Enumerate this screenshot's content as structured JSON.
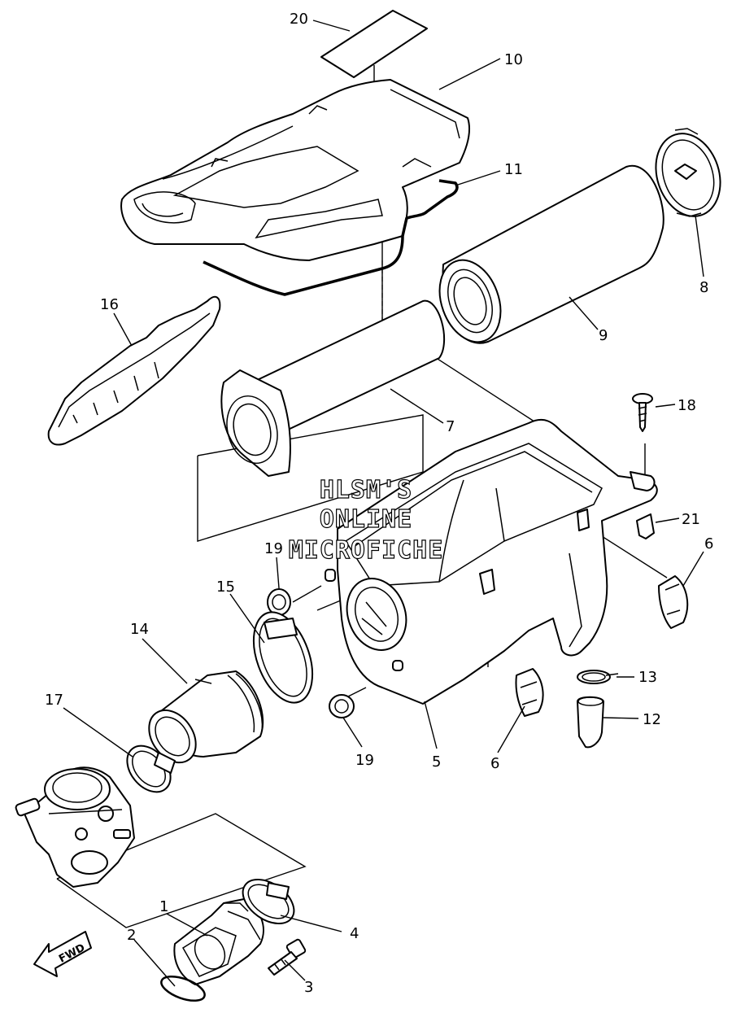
{
  "watermark": {
    "line1": "HLSM'S",
    "line2": "ONLINE",
    "line3": "MICROFICHE"
  },
  "direction_arrow": {
    "label": "FWD",
    "icon": "forward-arrow-icon"
  },
  "callouts": {
    "c20": "20",
    "c10": "10",
    "c11": "11",
    "c8": "8",
    "c16": "16",
    "c9": "9",
    "c7": "7",
    "c18": "18",
    "c21": "21",
    "c6a": "6",
    "c19a": "19",
    "c15": "15",
    "c14": "14",
    "c13": "13",
    "c12": "12",
    "c17": "17",
    "c19b": "19",
    "c5": "5",
    "c6b": "6",
    "c1": "1",
    "c4": "4",
    "c2": "2",
    "c3": "3"
  }
}
